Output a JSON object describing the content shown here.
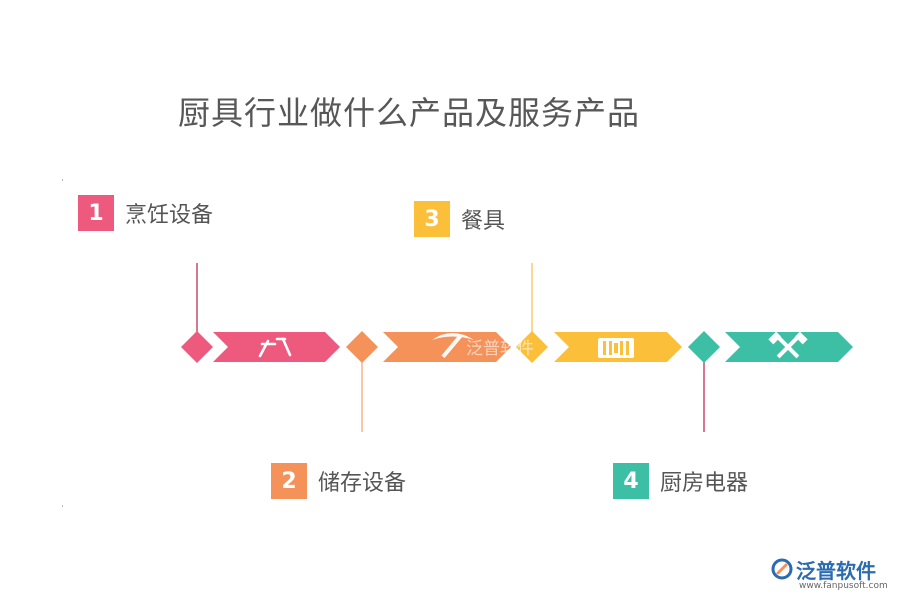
{
  "title": "厨具行业做什么产品及服务产品",
  "colors": {
    "pink": "#ee5a7e",
    "orange": "#f5925a",
    "yellow": "#fbbf3a",
    "teal": "#3dbfa6",
    "stem_pink": "#c94b6b",
    "stem_orange": "#f4b48a",
    "stem_yellow": "#f7cb6e"
  },
  "items": [
    {
      "number": "1",
      "label": "烹饪设备",
      "icon": "kitchen-tools-icon"
    },
    {
      "number": "2",
      "label": "储存设备",
      "icon": "pickaxe-icon"
    },
    {
      "number": "3",
      "label": "餐具",
      "icon": "film-reel-icon"
    },
    {
      "number": "4",
      "label": "厨房电器",
      "icon": "crossed-hammers-icon"
    }
  ],
  "watermark": "泛普软件",
  "logo": {
    "name": "泛普软件",
    "url": "www.fanpusoft.com",
    "icon": "fanpu-logo-icon"
  }
}
